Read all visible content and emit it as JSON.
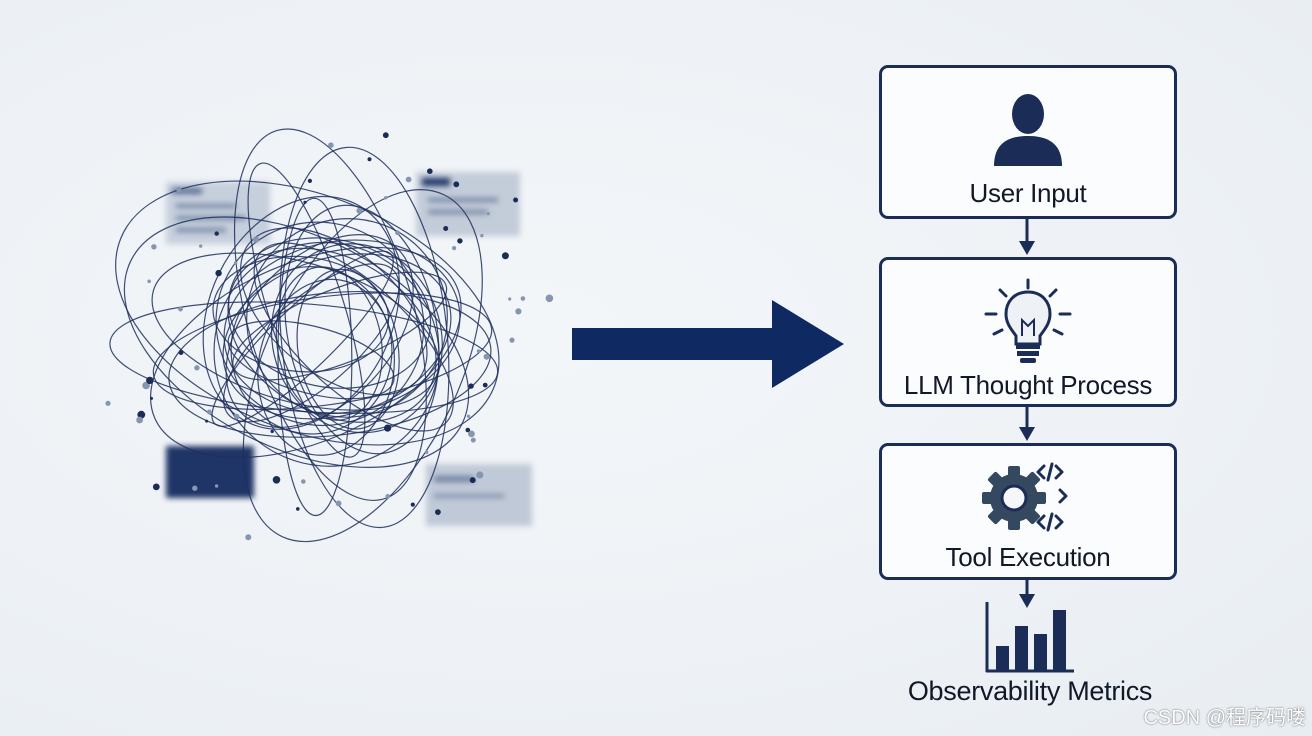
{
  "flow": {
    "steps": [
      {
        "label": "User Input",
        "icon": "user-icon"
      },
      {
        "label": "LLM Thought Process",
        "icon": "lightbulb-icon"
      },
      {
        "label": "Tool Execution",
        "icon": "gear-code-icon"
      }
    ],
    "final": {
      "label": "Observability Metrics",
      "icon": "bar-chart-icon"
    }
  },
  "watermark": "CSDN @程序码喽",
  "colors": {
    "navy": "#1b2c57",
    "arrow": "#0f2a63",
    "text": "#111827",
    "background": "#eef2f6"
  }
}
